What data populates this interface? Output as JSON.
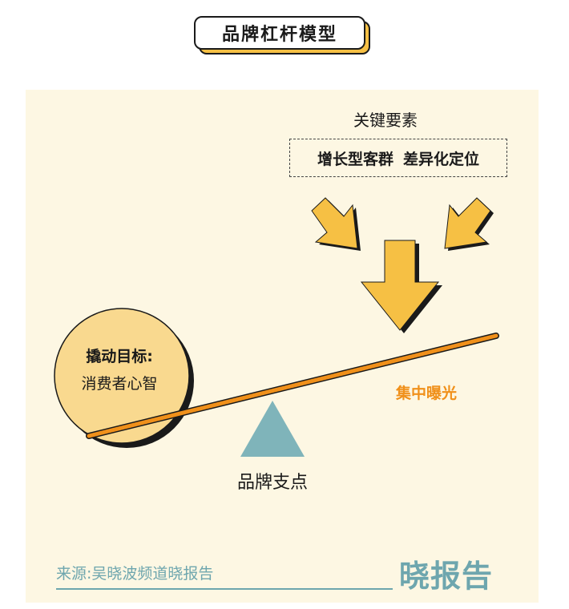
{
  "title": "品牌杠杆模型",
  "key_elements": {
    "heading": "关键要素",
    "items": [
      "增长型客群",
      "差异化定位"
    ]
  },
  "target": {
    "line1": "撬动目标:",
    "line2": "消费者心智"
  },
  "focus_label": "集中曝光",
  "fulcrum_label": "品牌支点",
  "footer": {
    "source": "来源:吴晓波频道晓报告",
    "logo": "晓报告"
  },
  "colors": {
    "panel_bg": "#fdf7e3",
    "arrow_fill": "#f6c044",
    "lever": "#f0901a",
    "circle_fill": "#f9d98f",
    "fulcrum": "#7fb4ba",
    "footer_teal": "#6ea6ae"
  }
}
